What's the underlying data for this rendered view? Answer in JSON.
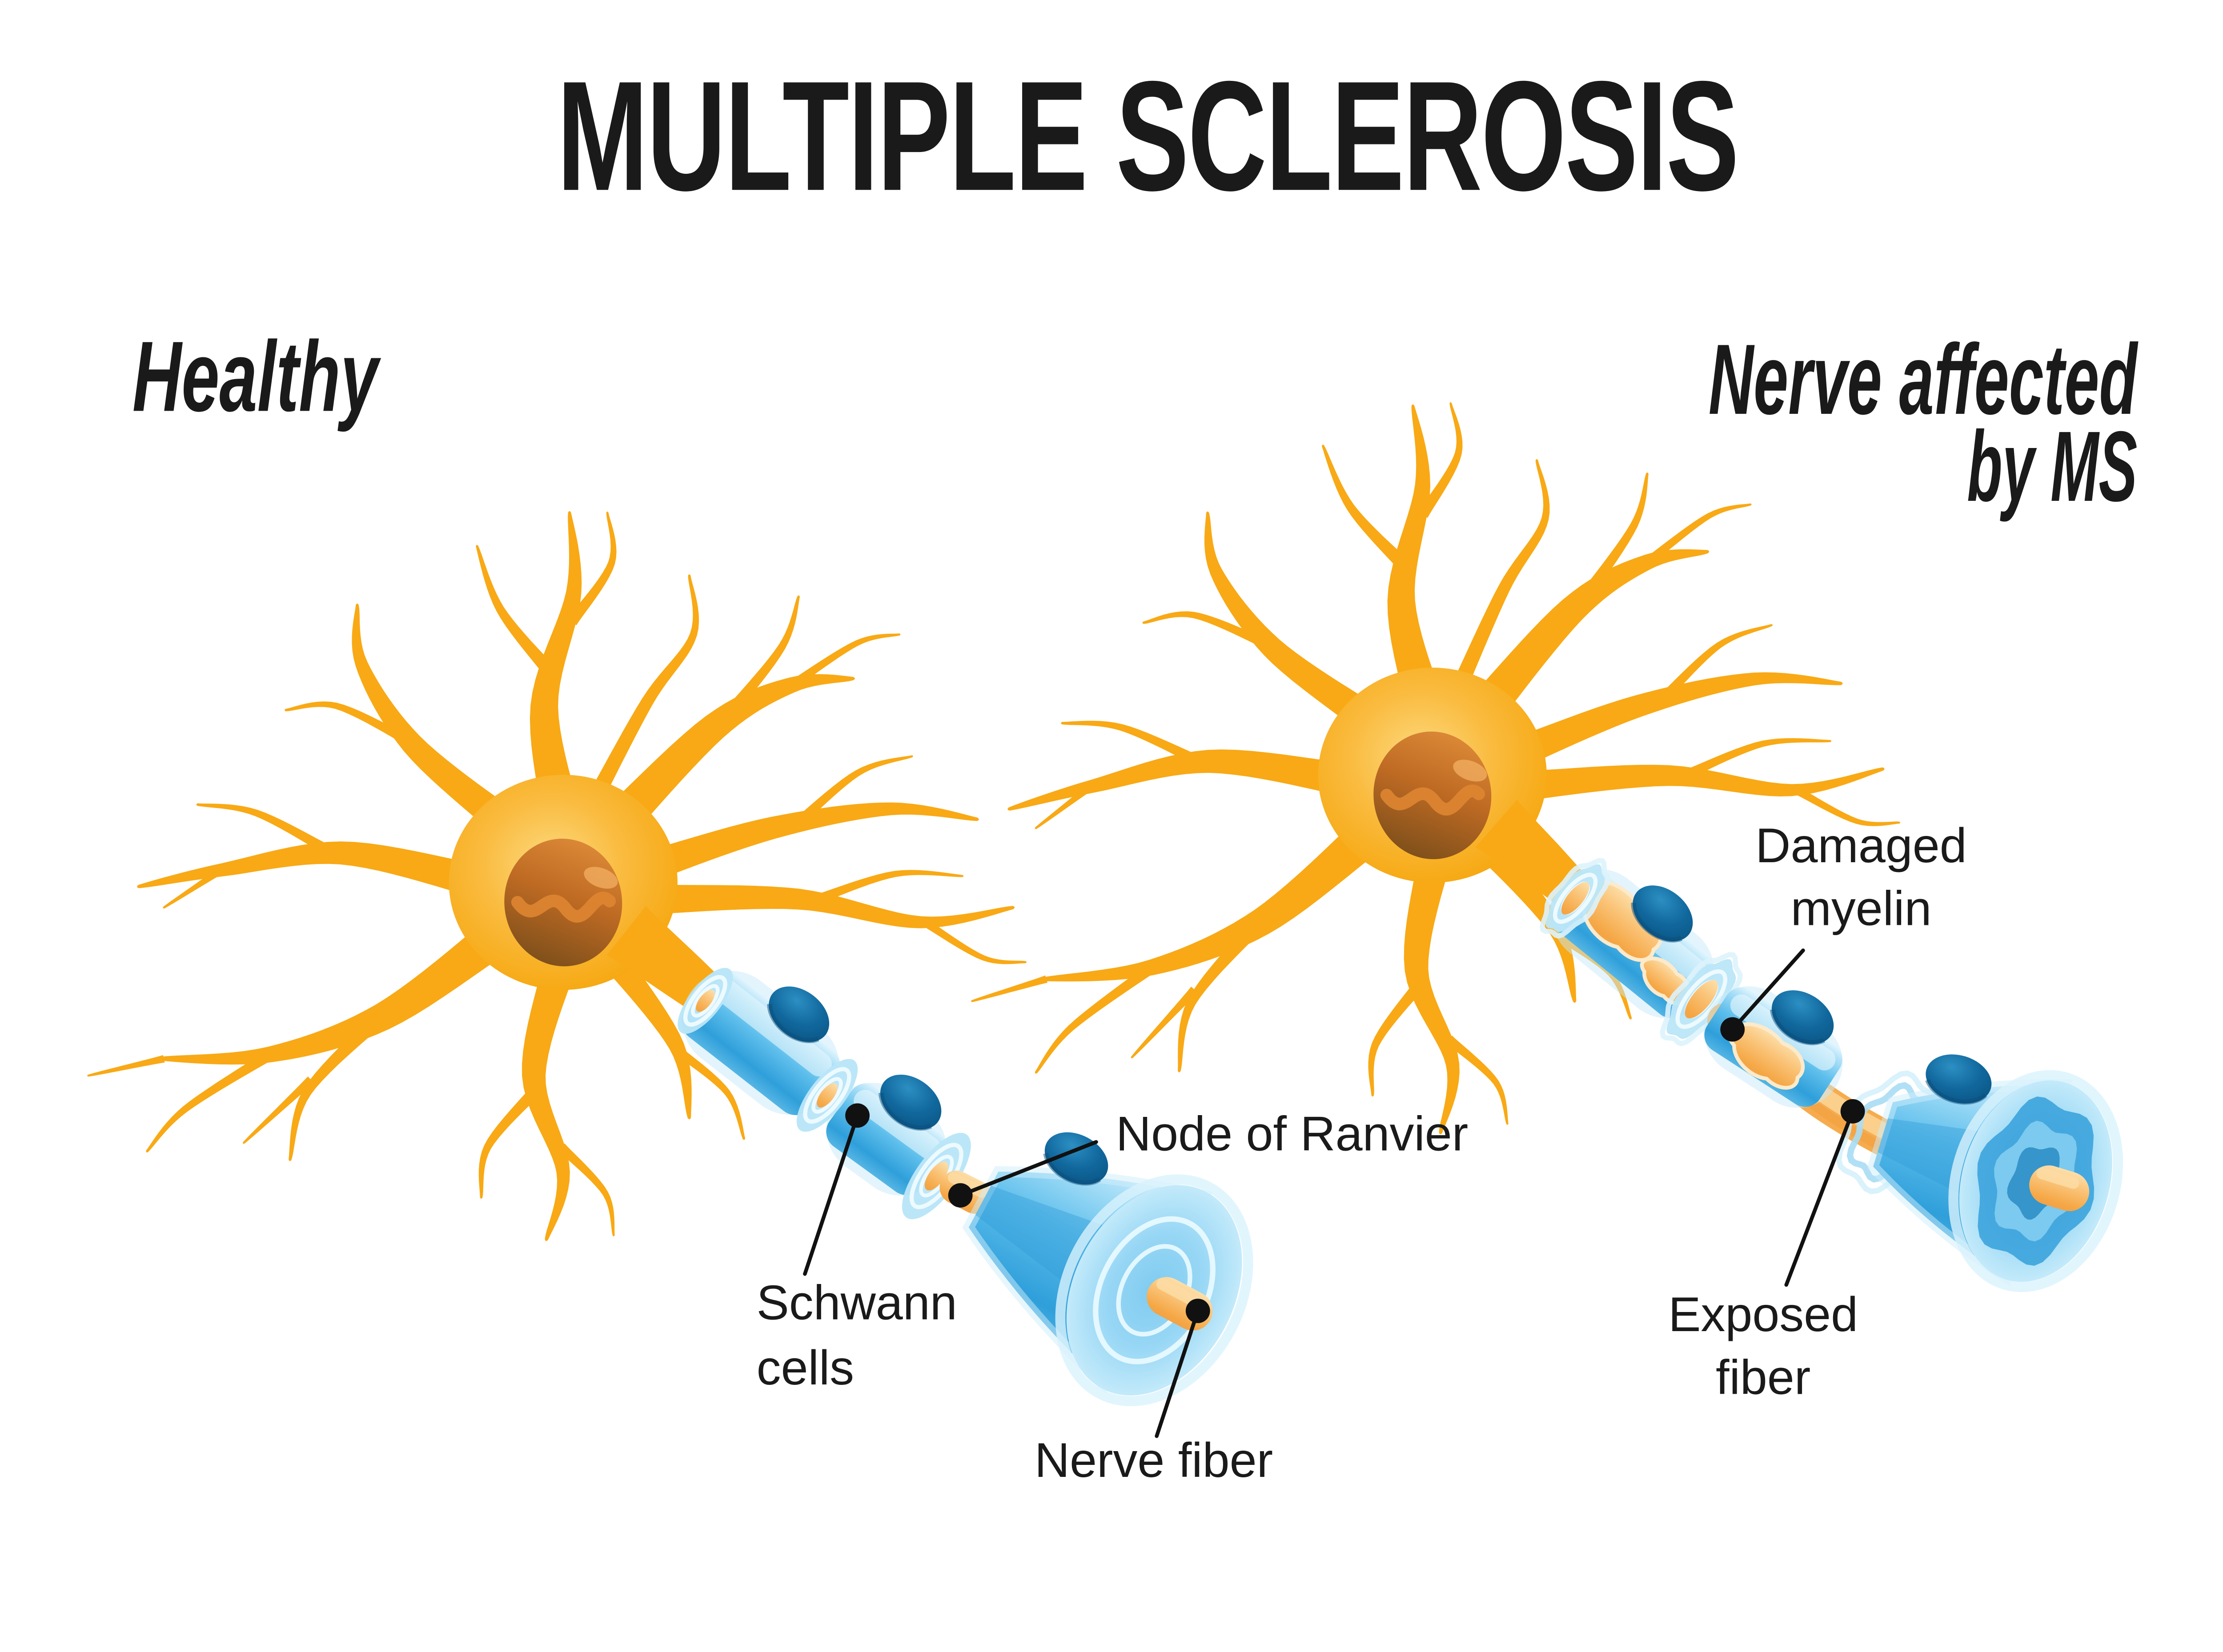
{
  "title": "MULTIPLE SCLEROSIS",
  "sections": {
    "healthy": {
      "label": "Healthy"
    },
    "affected": {
      "line1": "Nerve affected",
      "line2": "by MS"
    }
  },
  "annotations": {
    "node_of_ranvier": {
      "label": "Node of Ranvier"
    },
    "schwann_cells": {
      "line1": "Schwann",
      "line2": "cells"
    },
    "nerve_fiber": {
      "label": "Nerve fiber"
    },
    "damaged_myelin": {
      "line1": "Damaged",
      "line2": "myelin"
    },
    "exposed_fiber": {
      "line1": "Exposed",
      "line2": "fiber"
    }
  },
  "colors": {
    "background": "#FFFFFF",
    "text": "#1A1A1A",
    "pointer": "#111111",
    "dendrite_yellow": "#F8A915",
    "soma_glow": "#FBD77D",
    "nucleus_brown_dark": "#7B4E1A",
    "nucleus_orange": "#DB8836",
    "myelin_blue_light": "#C9ECFA",
    "myelin_blue_mid": "#4FB5E8",
    "myelin_blue_deep": "#2F9FDA",
    "schwann_nucleus_blue": "#11689D",
    "fiber_orange": "#F8B763",
    "halo_blue": "#C7EAF9"
  }
}
